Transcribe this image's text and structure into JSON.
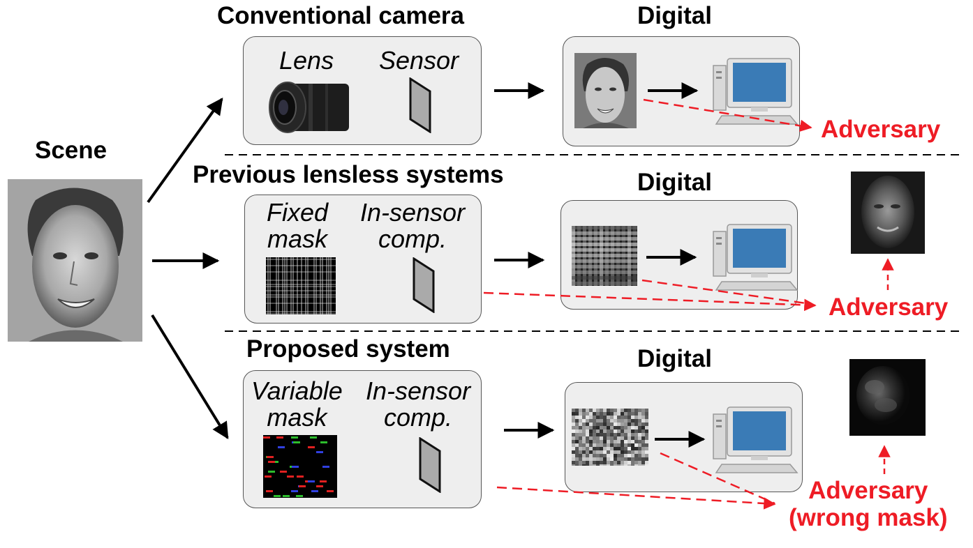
{
  "scene": {
    "label": "Scene"
  },
  "rows": [
    {
      "title": "Conventional camera",
      "optic_label": "Lens",
      "sensor_label": "Sensor",
      "digital_label": "Digital",
      "adversary_label": "Adversary"
    },
    {
      "title": "Previous lensless systems",
      "optic_label_line1": "Fixed",
      "optic_label_line2": "mask",
      "sensor_label_line1": "In-sensor",
      "sensor_label_line2": "comp.",
      "digital_label": "Digital",
      "adversary_label": "Adversary"
    },
    {
      "title": "Proposed system",
      "optic_label_line1": "Variable",
      "optic_label_line2": "mask",
      "sensor_label_line1": "In-sensor",
      "sensor_label_line2": "comp.",
      "digital_label": "Digital",
      "adversary_label_line1": "Adversary",
      "adversary_label_line2": "(wrong mask)"
    }
  ],
  "colors": {
    "adversary": "#ee1c25",
    "box_fill": "#eeeeee",
    "box_border": "#555555"
  },
  "icons": [
    "face-photo-icon",
    "camera-lens-icon",
    "image-sensor-icon",
    "fixed-mask-pattern-icon",
    "variable-mask-pattern-icon",
    "computer-icon",
    "noisy-reconstruction-icon"
  ]
}
